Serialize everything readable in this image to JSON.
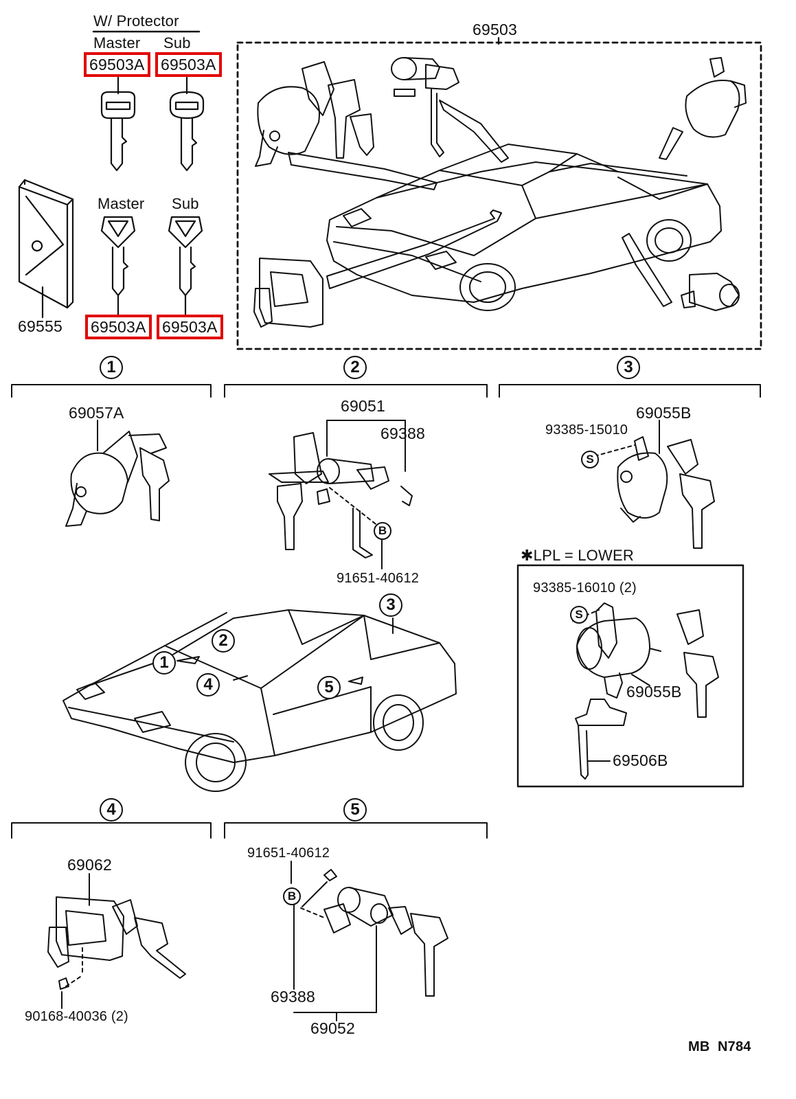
{
  "header": {
    "protector_title": "W/ Protector",
    "master_label_top": "Master",
    "sub_label_top": "Sub",
    "master_label_bottom": "Master",
    "sub_label_bottom": "Sub"
  },
  "highlight_color": "#e10000",
  "key_set": {
    "part_master_top": "69503A",
    "part_sub_top": "69503A",
    "part_master_bottom": "69503A",
    "part_sub_bottom": "69503A",
    "plate_part": "69555",
    "set_part": "69503"
  },
  "sections": [
    {
      "num": "1",
      "parts": [
        "69057A"
      ]
    },
    {
      "num": "2",
      "parts": [
        "69051",
        "69388",
        "91651-40612"
      ]
    },
    {
      "num": "3",
      "parts": [
        "69055B",
        "93385-15010"
      ]
    },
    {
      "num": "4",
      "parts": [
        "69062",
        "90168-40036 (2)"
      ]
    },
    {
      "num": "5",
      "parts": [
        "91651-40612",
        "69388",
        "69052"
      ]
    }
  ],
  "lpl_box": {
    "title": "✱LPL = LOWER",
    "screw": "93385-16010 (2)",
    "cylinder": "69055B",
    "rod": "69506B"
  },
  "callout_letters": {
    "S": "S",
    "B": "B"
  },
  "car_callouts": [
    "1",
    "2",
    "3",
    "4",
    "5"
  ],
  "footer_code": "MB  N784"
}
